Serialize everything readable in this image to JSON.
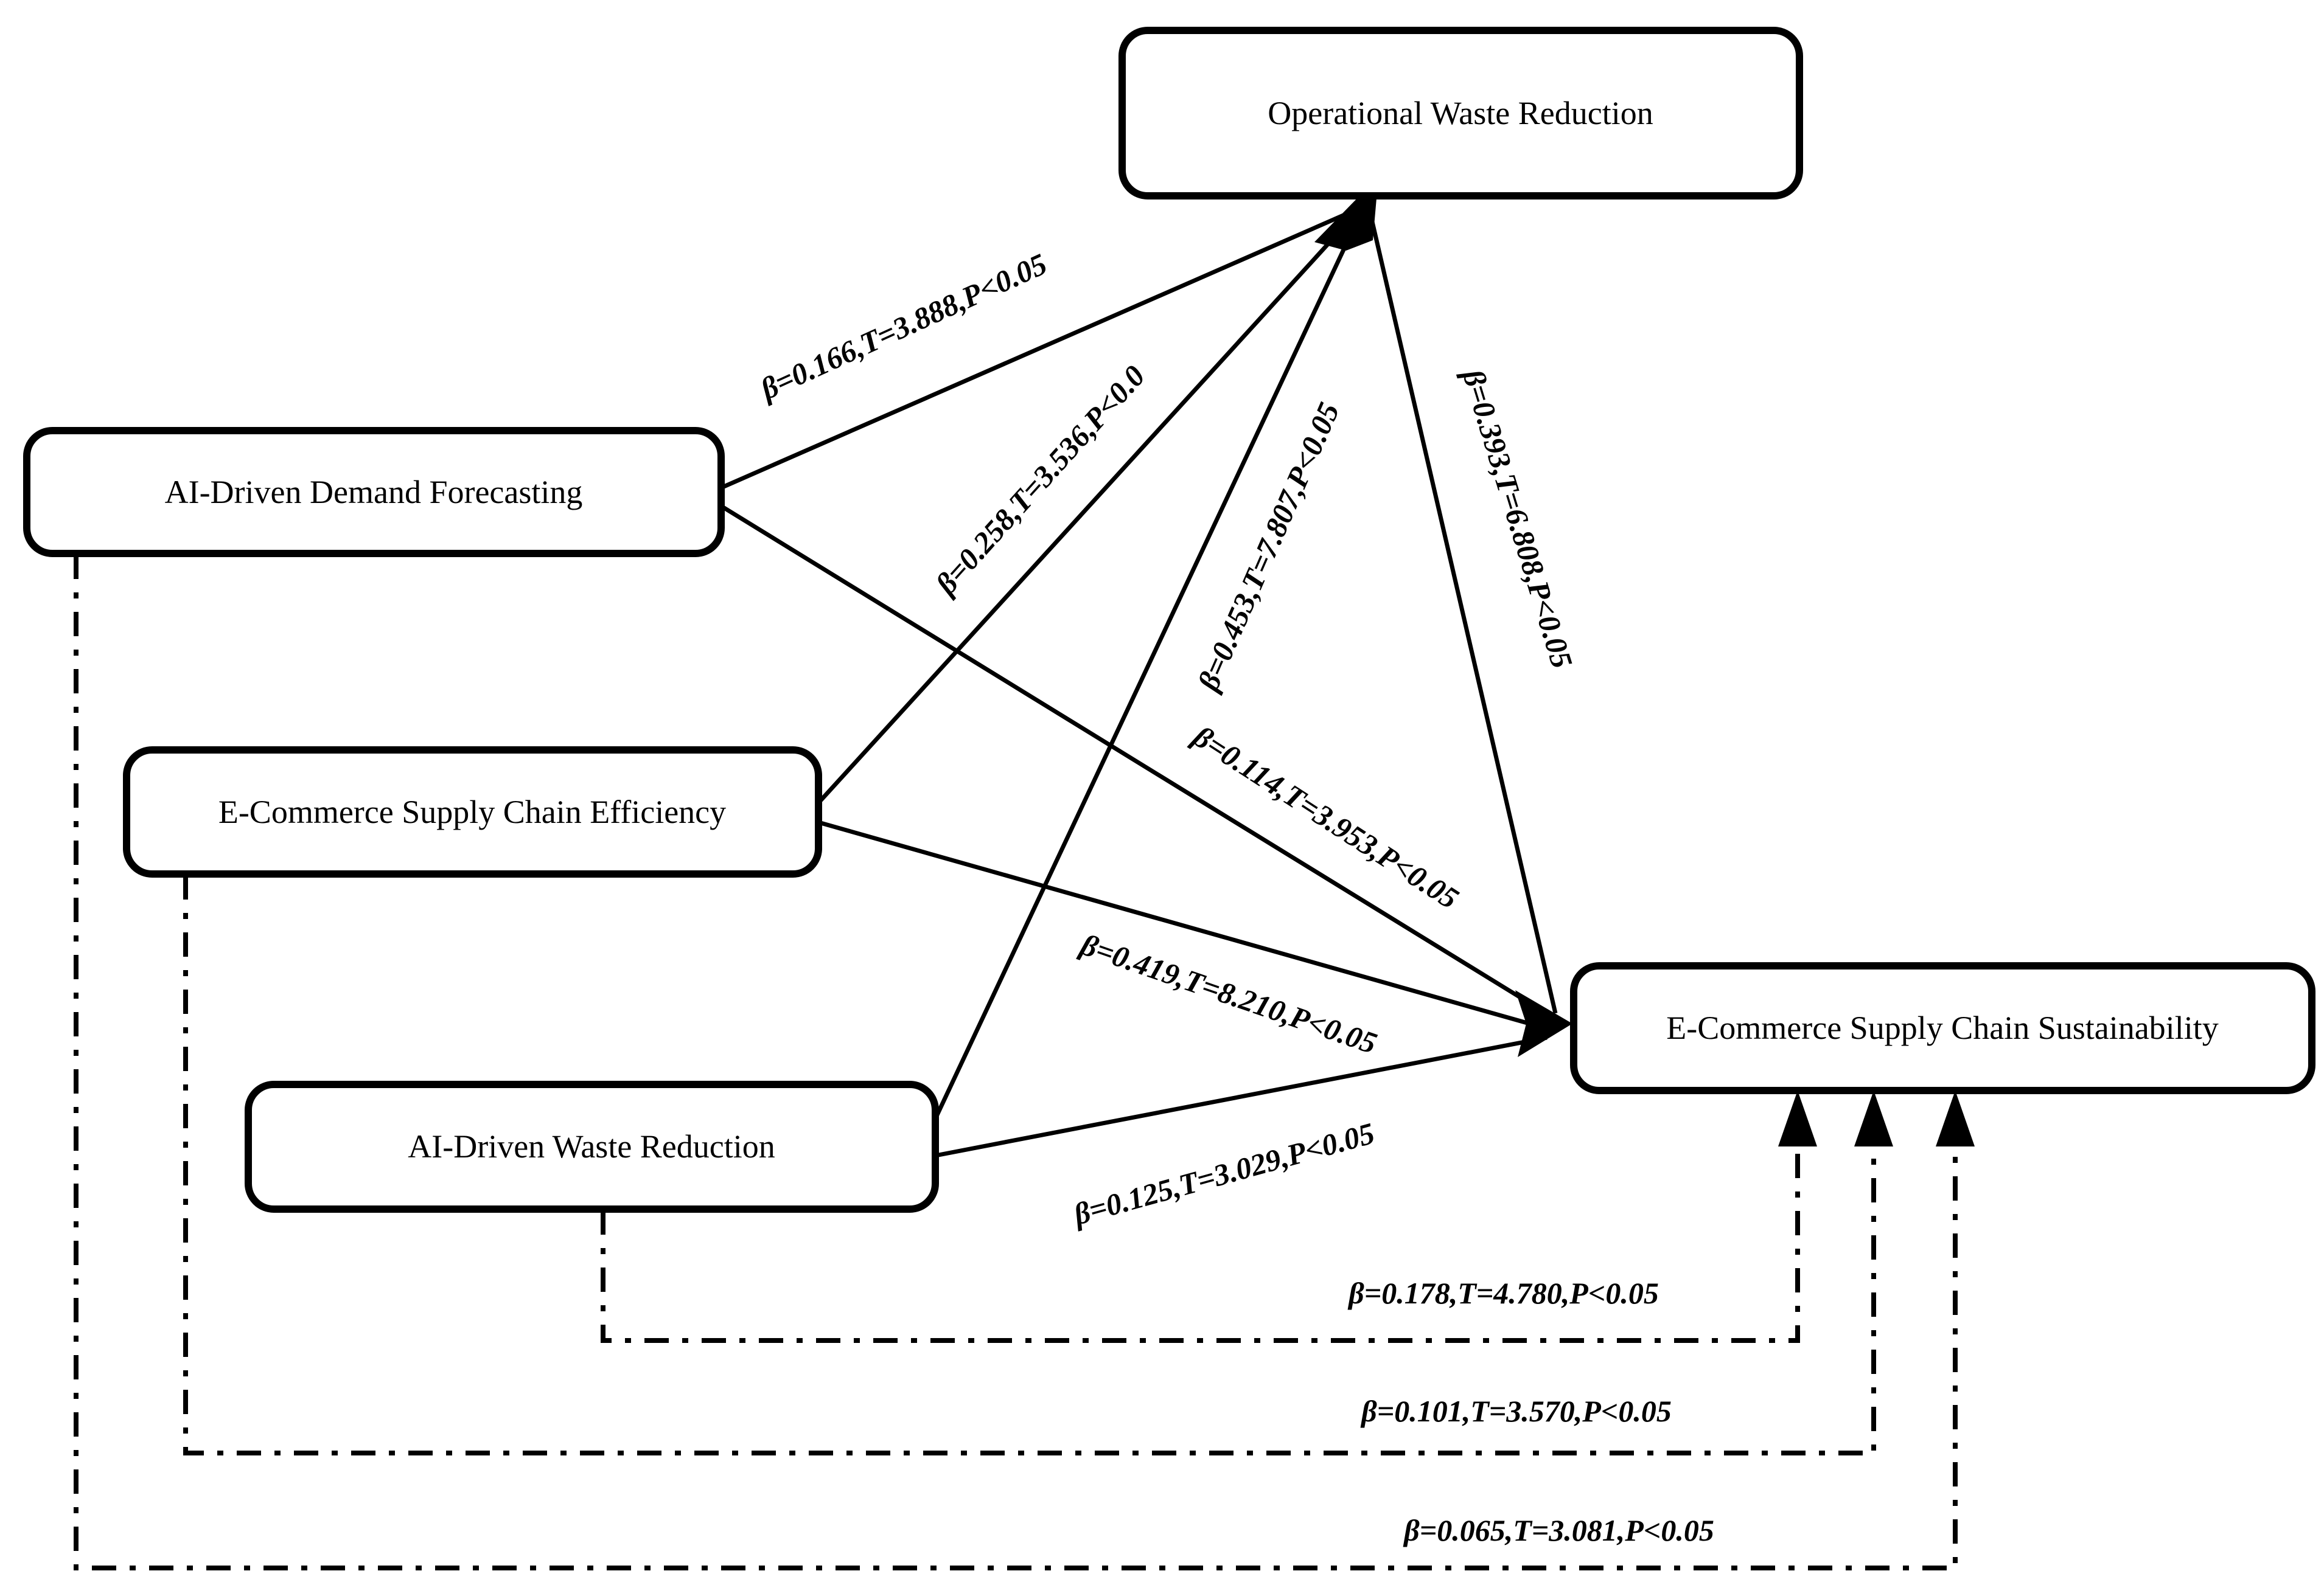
{
  "diagram": {
    "title": "Structural path model of AI-driven factors on e-commerce supply chain sustainability",
    "colors": {
      "background": "#ffffff",
      "line": "#000000",
      "text": "#000000"
    },
    "nodes": {
      "owr": {
        "label": "Operational Waste Reduction"
      },
      "adf": {
        "label": "AI-Driven Demand Forecasting"
      },
      "ecsce": {
        "label": "E-Commerce Supply Chain Efficiency"
      },
      "adwr": {
        "label": "AI-Driven Waste Reduction"
      },
      "sust": {
        "label": "E-Commerce Supply Chain Sustainability"
      }
    },
    "paths": {
      "adf_to_owr": {
        "label": "β=0.166,T=3.888,P<0.05",
        "style": "solid"
      },
      "ecsce_to_owr": {
        "label": "β=0.258,T=3.536,P<0.0",
        "style": "solid"
      },
      "adwr_to_owr": {
        "label": "β=0.453,T=7.807,P<0.05",
        "style": "solid"
      },
      "owr_to_sust": {
        "label": "β=0.393,T=6.808,P<0.05",
        "style": "solid"
      },
      "adf_to_sust": {
        "label": "β=0.114,T=3.953,P<0.05",
        "style": "solid"
      },
      "ecsce_to_sust": {
        "label": "β=0.419,T=8.210,P<0.05",
        "style": "solid"
      },
      "adwr_to_sust": {
        "label": "β=0.125,T=3.029,P<0.05",
        "style": "solid"
      },
      "adwr_to_sust_dashed": {
        "label": "β=0.178,T=4.780,P<0.05",
        "style": "dash-dot"
      },
      "ecsce_to_sust_dashed": {
        "label": "β=0.101,T=3.570,P<0.05",
        "style": "dash-dot"
      },
      "adf_to_sust_dashed": {
        "label": "β=0.065,T=3.081,P<0.05",
        "style": "dash-dot"
      }
    }
  }
}
